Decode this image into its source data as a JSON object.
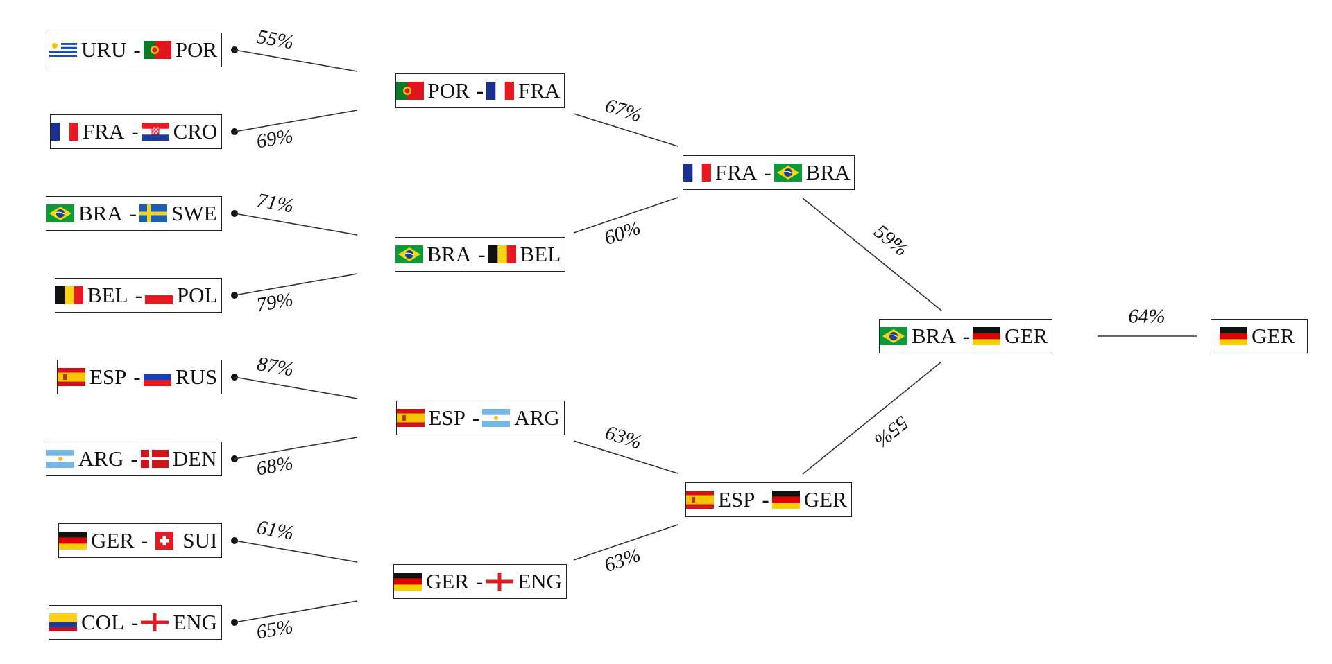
{
  "flags": {
    "URU": "uruguay-flag-icon",
    "POR": "portugal-flag-icon",
    "FRA": "france-flag-icon",
    "CRO": "croatia-flag-icon",
    "BRA": "brazil-flag-icon",
    "SWE": "sweden-flag-icon",
    "BEL": "belgium-flag-icon",
    "POL": "poland-flag-icon",
    "ESP": "spain-flag-icon",
    "RUS": "russia-flag-icon",
    "ARG": "argentina-flag-icon",
    "DEN": "denmark-flag-icon",
    "GER": "germany-flag-icon",
    "SUI": "switzerland-flag-icon",
    "COL": "colombia-flag-icon",
    "ENG": "england-flag-icon"
  },
  "separator": "-",
  "rounds": {
    "round_of_16": [
      {
        "home": "URU",
        "away": "POR",
        "prob": "55%"
      },
      {
        "home": "FRA",
        "away": "CRO",
        "prob": "69%"
      },
      {
        "home": "BRA",
        "away": "SWE",
        "prob": "71%"
      },
      {
        "home": "BEL",
        "away": "POL",
        "prob": "79%"
      },
      {
        "home": "ESP",
        "away": "RUS",
        "prob": "87%"
      },
      {
        "home": "ARG",
        "away": "DEN",
        "prob": "68%"
      },
      {
        "home": "GER",
        "away": "SUI",
        "prob": "61%"
      },
      {
        "home": "COL",
        "away": "ENG",
        "prob": "65%"
      }
    ],
    "quarterfinals": [
      {
        "home": "POR",
        "away": "FRA",
        "prob": "67%"
      },
      {
        "home": "BRA",
        "away": "BEL",
        "prob": "60%"
      },
      {
        "home": "ESP",
        "away": "ARG",
        "prob": "63%"
      },
      {
        "home": "GER",
        "away": "ENG",
        "prob": "63%"
      }
    ],
    "semifinals": [
      {
        "home": "FRA",
        "away": "BRA",
        "prob": "59%"
      },
      {
        "home": "ESP",
        "away": "GER",
        "prob": "55%"
      }
    ],
    "final": {
      "home": "BRA",
      "away": "GER",
      "prob": "64%"
    },
    "champion": "GER"
  }
}
